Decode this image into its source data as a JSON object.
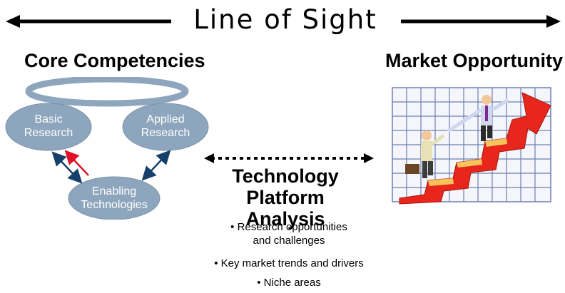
{
  "title": "Line of Sight",
  "left": {
    "heading": "Core Competencies",
    "nodes": {
      "basic": [
        "Basic",
        "Research"
      ],
      "applied": [
        "Applied",
        "Research"
      ],
      "enabling": [
        "Enabling",
        "Technologies"
      ]
    }
  },
  "right": {
    "heading": "Market Opportunity"
  },
  "center": {
    "title_line1": "Technology Platform",
    "title_line2": "Analysis",
    "bullets": [
      {
        "line1": "• Research opportunities",
        "line2": "and challenges"
      },
      {
        "line1": "• Key market trends and drivers"
      },
      {
        "line1": "• Niche areas"
      }
    ]
  },
  "colors": {
    "node_fill": "#8ea6bd",
    "arrow_blue": "#16406a",
    "arrow_red": "#e0102a",
    "chart_arrow": "#e8261c",
    "chart_grid": "#6e7fb0"
  }
}
